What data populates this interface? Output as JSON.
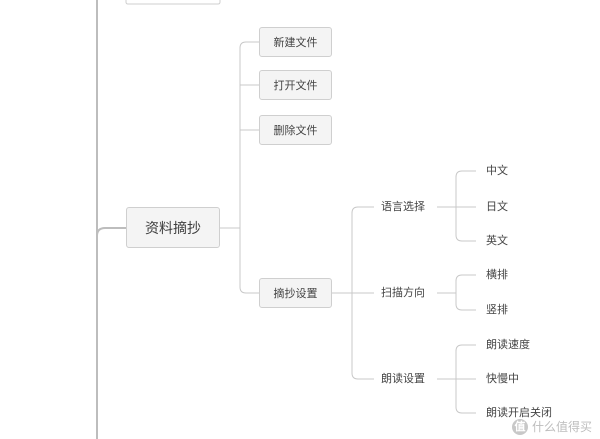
{
  "mindmap": {
    "root": {
      "label": "资料摘抄"
    },
    "file_nodes": [
      {
        "label": "新建文件"
      },
      {
        "label": "打开文件"
      },
      {
        "label": "删除文件"
      }
    ],
    "excerpt_settings": {
      "label": "摘抄设置",
      "groups": [
        {
          "label": "语言选择",
          "children": [
            "中文",
            "日文",
            "英文"
          ]
        },
        {
          "label": "扫描方向",
          "children": [
            "横排",
            "竖排"
          ]
        },
        {
          "label": "朗读设置",
          "children": [
            "朗读速度",
            "快慢中",
            "朗读开启关闭"
          ]
        }
      ]
    }
  },
  "watermark": {
    "logo_char": "值",
    "text": "什么值得买"
  },
  "colors": {
    "connector": "#c8c8c8",
    "trunk": "#bdbdbd",
    "node_fill": "#f4f4f4",
    "node_border": "#cfcfcf"
  }
}
